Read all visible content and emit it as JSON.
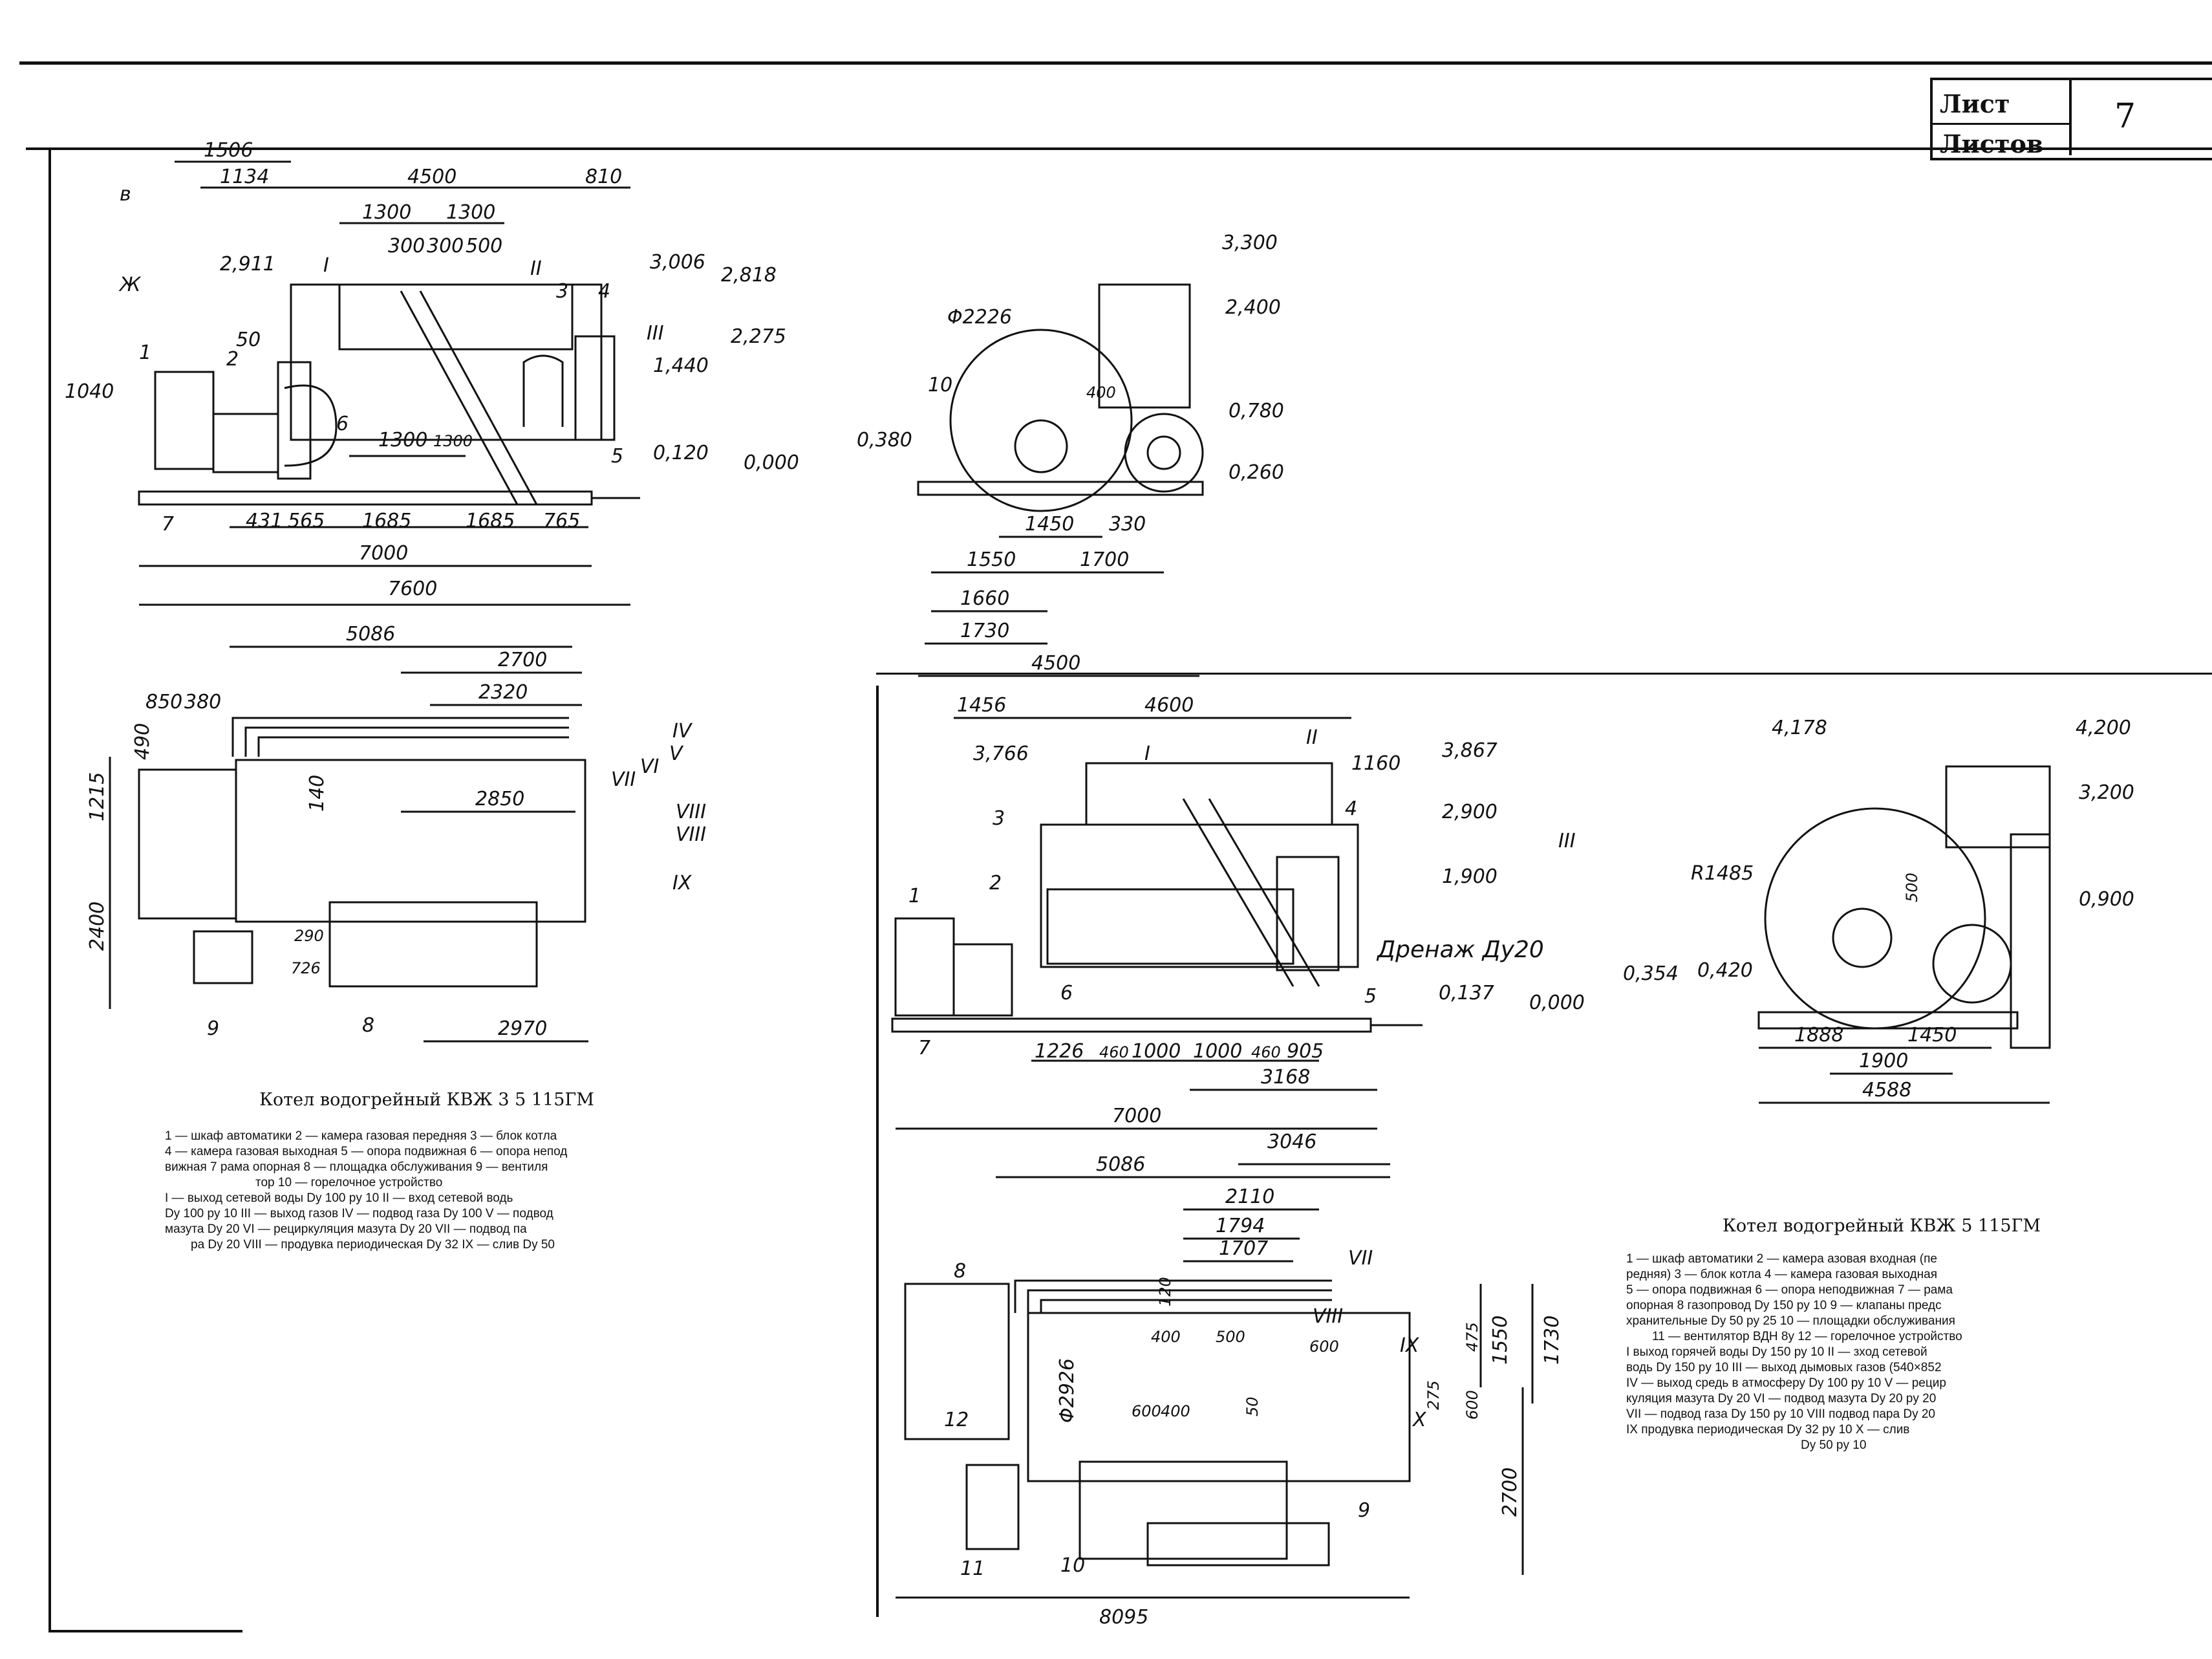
{
  "stamp": {
    "sheet_label": "Лист",
    "sheets_label": "Листов",
    "sheet_number": "7"
  },
  "view_a": {
    "corner_marks": [
      "в",
      "Ж"
    ],
    "dims": [
      "1506",
      "1134",
      "4500",
      "810",
      "1300",
      "1300",
      "300",
      "300",
      "500",
      "431",
      "565",
      "1685",
      "1685",
      "765",
      "7000",
      "7600",
      "1300",
      "1300",
      "50"
    ],
    "levels": [
      "2,911",
      "3,006",
      "2,818",
      "2,275",
      "1,440",
      "1040",
      "0,120",
      "0,000"
    ],
    "items": [
      "1",
      "2",
      "3",
      "4",
      "5",
      "6",
      "7"
    ],
    "flows": [
      "I",
      "II",
      "III"
    ]
  },
  "view_b": {
    "dims": [
      "1450",
      "330",
      "1550",
      "1700",
      "1660",
      "1730",
      "4500"
    ],
    "levels": [
      "3,300",
      "2,400",
      "0,780",
      "0,260",
      "0,380"
    ],
    "diam": "Φ2226",
    "inner": "400",
    "items": [
      "10"
    ]
  },
  "view_c": {
    "dims": [
      "5086",
      "2700",
      "2320",
      "850",
      "380",
      "490",
      "1215",
      "2400",
      "2850",
      "140",
      "290",
      "726",
      "2970"
    ],
    "flows": [
      "IV",
      "V",
      "VI",
      "VII",
      "VIII",
      "VIII",
      "IX"
    ],
    "items": [
      "9",
      "8"
    ]
  },
  "view_d": {
    "dims": [
      "1456",
      "4600",
      "1160",
      "1226",
      "460",
      "1000",
      "1000",
      "460",
      "905",
      "3168",
      "7000"
    ],
    "levels": [
      "3,766",
      "3,867",
      "2,900",
      "1,900",
      "0,137",
      "0,000"
    ],
    "drain": "Дренаж Ду20",
    "items": [
      "1",
      "2",
      "3",
      "4",
      "5",
      "6",
      "7"
    ],
    "flows": [
      "I",
      "II",
      "III"
    ]
  },
  "view_e": {
    "dims": [
      "1888",
      "1450",
      "1900",
      "4588",
      "500"
    ],
    "levels": [
      "4,178",
      "4,200",
      "3,200",
      "0,900",
      "0,354",
      "0,420"
    ],
    "radius": "R1485"
  },
  "view_f": {
    "dims": [
      "3046",
      "5086",
      "2110",
      "1794",
      "1707",
      "120",
      "400",
      "500",
      "600",
      "600",
      "400",
      "50",
      "475",
      "1550",
      "1730",
      "275",
      "600",
      "2700",
      "8095"
    ],
    "diam": "Φ2926",
    "items": [
      "8",
      "12",
      "11",
      "10",
      "9"
    ],
    "flows": [
      "VII",
      "VIII",
      "IX",
      "X"
    ]
  },
  "caption_kvzh35": {
    "title": "Котел водогрейный КВЖ 3 5 115ГМ",
    "lines": [
      "1 — шкаф автоматики 2 — камера газовая передняя 3 — блок котла",
      "4 — камера газовая выходная 5 — опора подвижная 6 — опора непод",
      "вижная 7 рама опорная 8 — площадка обслуживания 9 — вентиля",
      "тор 10 — горелочное устройство",
      "I — выход сетевой воды Dy 100 py 10 II — вход сетевой водь",
      "Dy 100 py 10 III — выход газов IV — подвод газа Dy 100 V — подвод",
      "мазута Dy 20 VI — рециркуляция мазута Dy 20 VII — подвод па",
      "ра Dy 20 VIII — продувка периодическая Dy 32 IX — слив Dy 50"
    ]
  },
  "caption_kvzh5": {
    "title": "Котел водогрейный КВЖ 5 115ГМ",
    "lines": [
      "1 — шкаф автоматики 2 — камера азовая входная (пе",
      "редняя) 3 — блок котла 4 — камера газовая выходная",
      "5 — опора подвижная 6 — опора неподвижная 7 — рама",
      "опорная 8 газопровод Dy 150 py 10 9 — клапаны предс",
      "хранительные Dy 50 py 25 10 — площадки обслуживания",
      "11 — вентилятор ВДН 8у 12 — горелочное устройство",
      "I выход горячей воды Dy 150 py 10 II — зход сетевой",
      "водь Dy 150 py 10 III — выход дымовых газов (540×852",
      "IV — выход средь в атмосферу Dy 100 py 10 V — рецир",
      "куляция мазута Dy 20 VI — подвод мазута Dy 20 py 20",
      "VII — подвод газа Dy 150 py 10 VIII подвод пара Dy 20",
      "IX продувка периодическая Dy 32 py 10 X — слив",
      "Dy 50 py 10"
    ]
  }
}
